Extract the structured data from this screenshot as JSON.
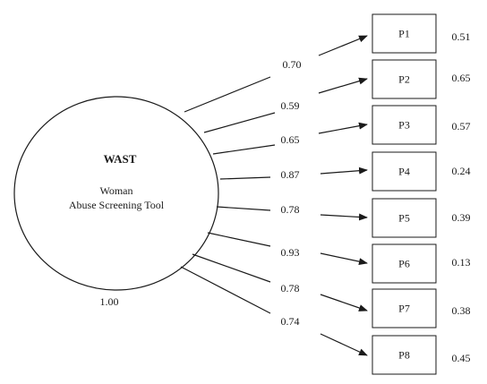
{
  "factor": {
    "title": "WAST",
    "subtitle_line1": "Woman",
    "subtitle_line2": "Abuse Screening Tool",
    "variance": "1.00"
  },
  "items": [
    {
      "label": "P1",
      "loading": "0.70",
      "error": "0.51"
    },
    {
      "label": "P2",
      "loading": "0.59",
      "error": "0.65"
    },
    {
      "label": "P3",
      "loading": "0.65",
      "error": "0.57"
    },
    {
      "label": "P4",
      "loading": "0.87",
      "error": "0.24"
    },
    {
      "label": "P5",
      "loading": "0.78",
      "error": "0.39"
    },
    {
      "label": "P6",
      "loading": "0.93",
      "error": "0.13"
    },
    {
      "label": "P7",
      "loading": "0.78",
      "error": "0.38"
    },
    {
      "label": "P8",
      "loading": "0.74",
      "error": "0.45"
    }
  ]
}
